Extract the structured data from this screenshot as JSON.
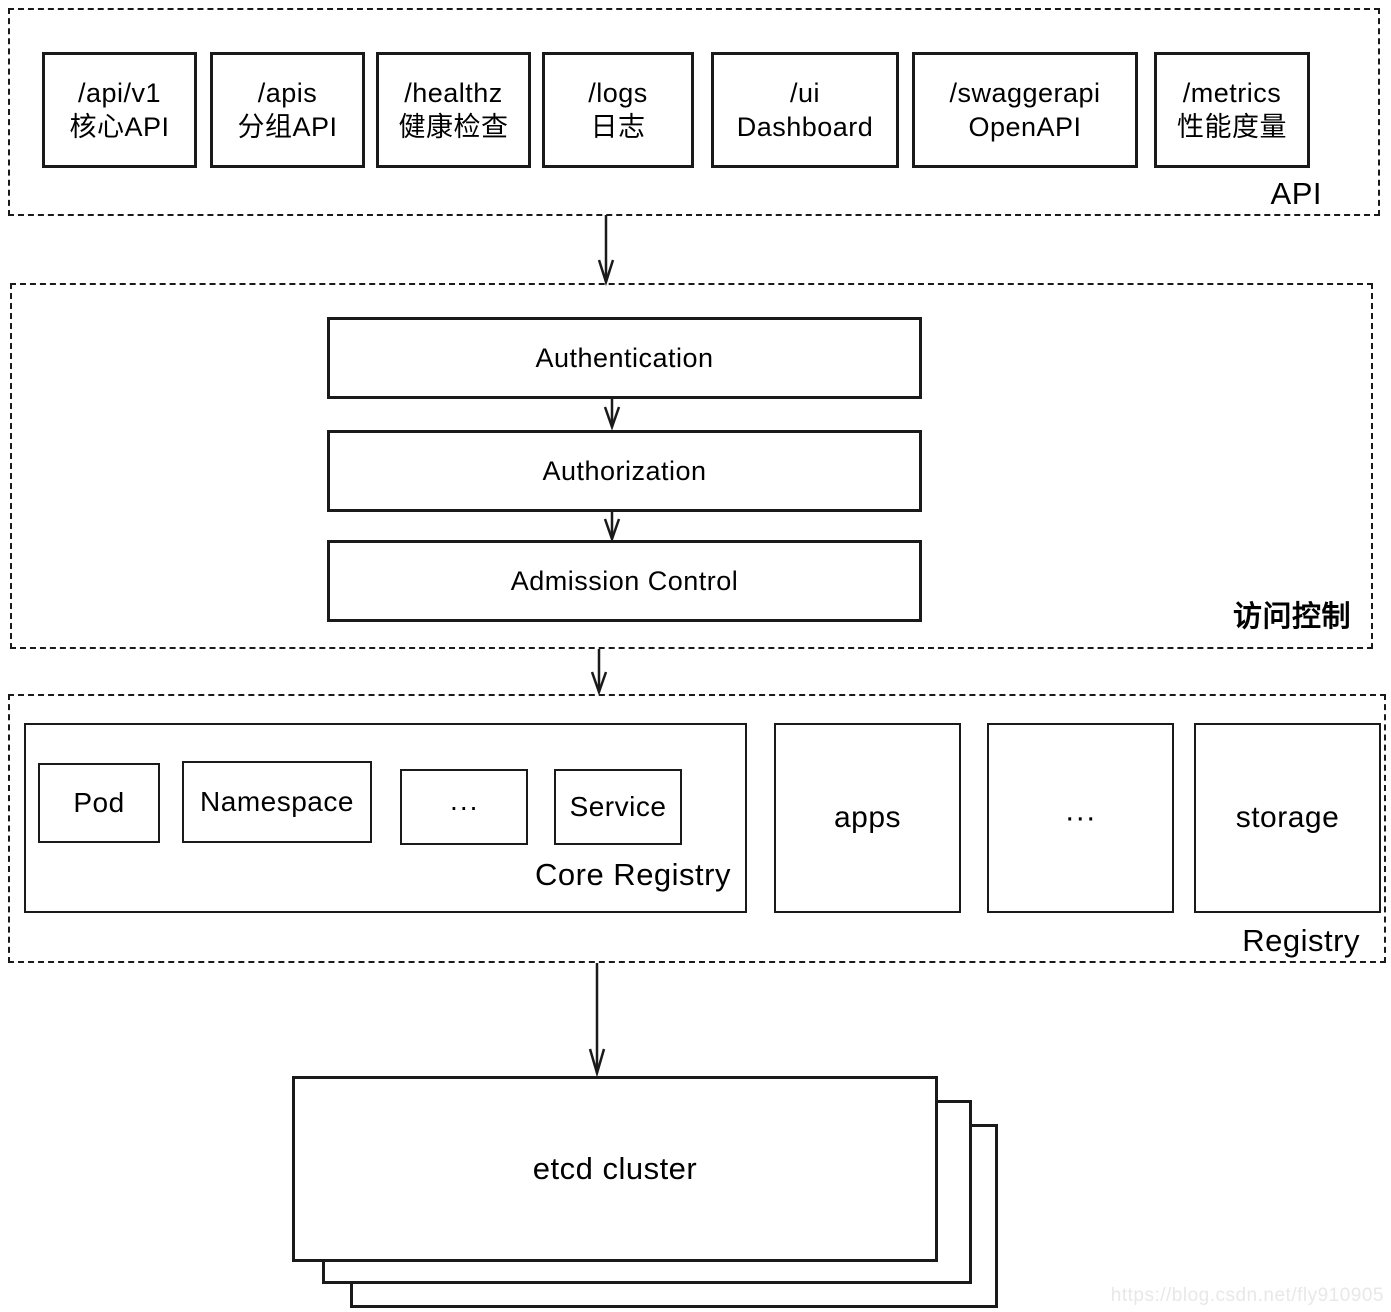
{
  "api": {
    "label": "API",
    "boxes": [
      {
        "line1": "/api/v1",
        "line2": "核心API"
      },
      {
        "line1": "/apis",
        "line2": "分组API"
      },
      {
        "line1": "/healthz",
        "line2": "健康检查"
      },
      {
        "line1": "/logs",
        "line2": "日志"
      },
      {
        "line1": "/ui",
        "line2": "Dashboard"
      },
      {
        "line1": "/swaggerapi",
        "line2": "OpenAPI"
      },
      {
        "line1": "/metrics",
        "line2": "性能度量"
      }
    ]
  },
  "access": {
    "label": "访问控制",
    "steps": [
      "Authentication",
      "Authorization",
      "Admission Control"
    ]
  },
  "registry": {
    "label": "Registry",
    "core": {
      "label": "Core Registry",
      "items": [
        "Pod",
        "Namespace",
        "···",
        "Service"
      ]
    },
    "groups": [
      "apps",
      "···",
      "storage"
    ]
  },
  "etcd": {
    "label": "etcd cluster"
  },
  "watermark": "https://blog.csdn.net/fly910905",
  "colors": {
    "line": "#1a1a1a",
    "background": "#ffffff",
    "watermark": "#e8e8e8"
  }
}
